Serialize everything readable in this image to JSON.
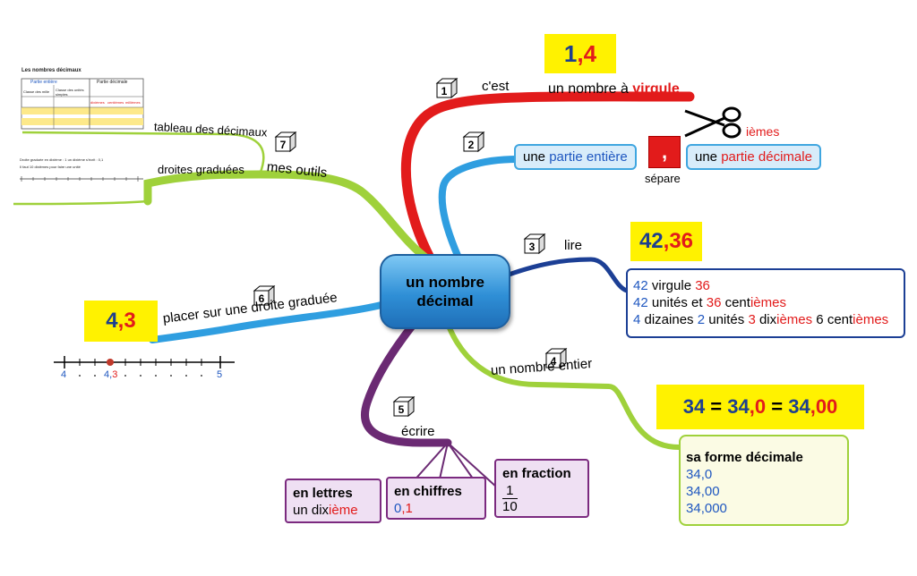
{
  "center": {
    "line1": "un nombre",
    "line2": "décimal"
  },
  "branch1": {
    "number": "1",
    "link": "c'est",
    "text_part1": "un nombre à ",
    "text_part2": "virgule",
    "example_int": "1",
    "example_comma": ",",
    "example_dec": "4"
  },
  "branch2": {
    "number": "2",
    "left_part1": "une ",
    "left_part2": "partie entière",
    "comma": ",",
    "separe": "sépare",
    "iemes": "ièmes",
    "right_part1": "une ",
    "right_part2": "partie décimale"
  },
  "branch3": {
    "number": "3",
    "link": "lire",
    "example_int": "42",
    "example_comma": ",",
    "example_dec": "36",
    "line1": [
      "42",
      " virgule ",
      "36"
    ],
    "line2": [
      "42",
      " unités et ",
      "36",
      " cent",
      "ièmes"
    ],
    "line3": [
      "4",
      " dizaines ",
      "2",
      " unités ",
      "3",
      " dix",
      "ièmes",
      " 6 cent",
      "ièmes"
    ]
  },
  "branch4": {
    "number": "4",
    "link": "un nombre entier",
    "eq": [
      "34",
      " = ",
      "34",
      ",",
      "0",
      " = ",
      "34",
      ",",
      "00"
    ],
    "box_title": "sa forme décimale",
    "forms": [
      [
        "34",
        ",0"
      ],
      [
        "34",
        ",00"
      ],
      [
        "34",
        ",000"
      ]
    ]
  },
  "branch5": {
    "number": "5",
    "link": "écrire",
    "lettres_title": "en lettres",
    "lettres_value": [
      "un dix",
      "ième"
    ],
    "chiffres_title": "en chiffres",
    "chiffres_value": [
      "0",
      ",1"
    ],
    "fraction_title": "en fraction",
    "fraction_num": "1",
    "fraction_den": "10"
  },
  "branch6": {
    "number": "6",
    "link": "placer sur une droite graduée",
    "example_int": "4",
    "example_comma": ",",
    "example_dec": "3",
    "axis_left": "4",
    "axis_right": "5",
    "axis_point_int": "4,",
    "axis_point_dec": "3"
  },
  "branch7": {
    "number": "7",
    "link": "mes outils",
    "sub1": "tableau des décimaux",
    "sub2": "droites graduées",
    "thumb_title": "Les nombres décimaux",
    "thumb_h1": "Partie entière",
    "thumb_h2": "Partie décimale",
    "thumb_c1": "Classe des mille",
    "thumb_c2": "Classe des unités simples",
    "thumb_d": [
      "dixièmes",
      "centièmes",
      "millièmes"
    ],
    "thumb_line1": "Droite graduée en dixième : 1 un dixième s'écrit : 0,1",
    "thumb_line2": "Il faut 10 dixièmes pour faire une unité"
  },
  "colors": {
    "red": "#e21b1b",
    "blue": "#1f57c0",
    "lime": "#9fd13b",
    "purple": "#6b2a73",
    "navy": "#1c3f95",
    "sky": "#2f9ee0"
  }
}
